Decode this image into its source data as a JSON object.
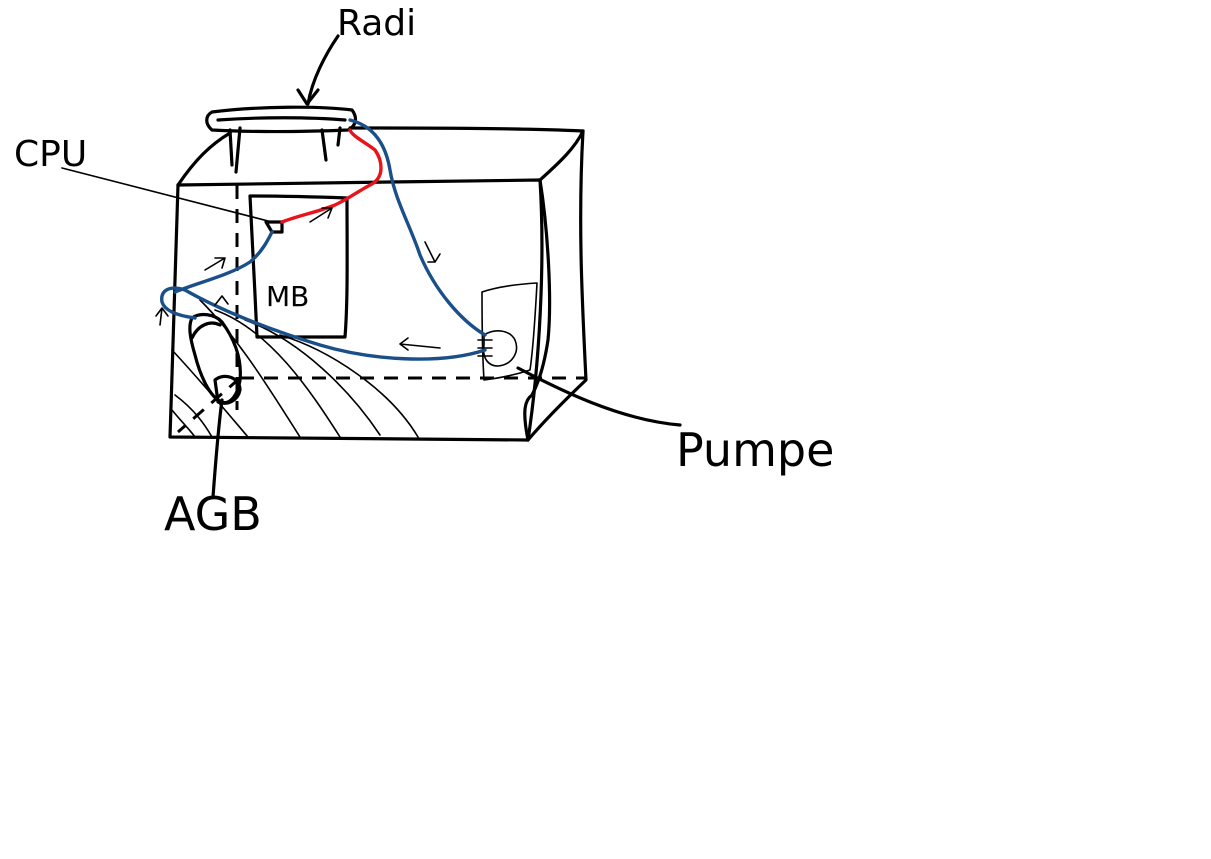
{
  "diagram": {
    "labels": {
      "radiator": "Radi",
      "cpu": "CPU",
      "mainboard": "MB",
      "pump": "Pumpe",
      "reservoir": "AGB"
    },
    "colors": {
      "ink": "#000000",
      "coolant_warm": "#e8141c",
      "coolant_cold": "#1a4f8a"
    }
  }
}
